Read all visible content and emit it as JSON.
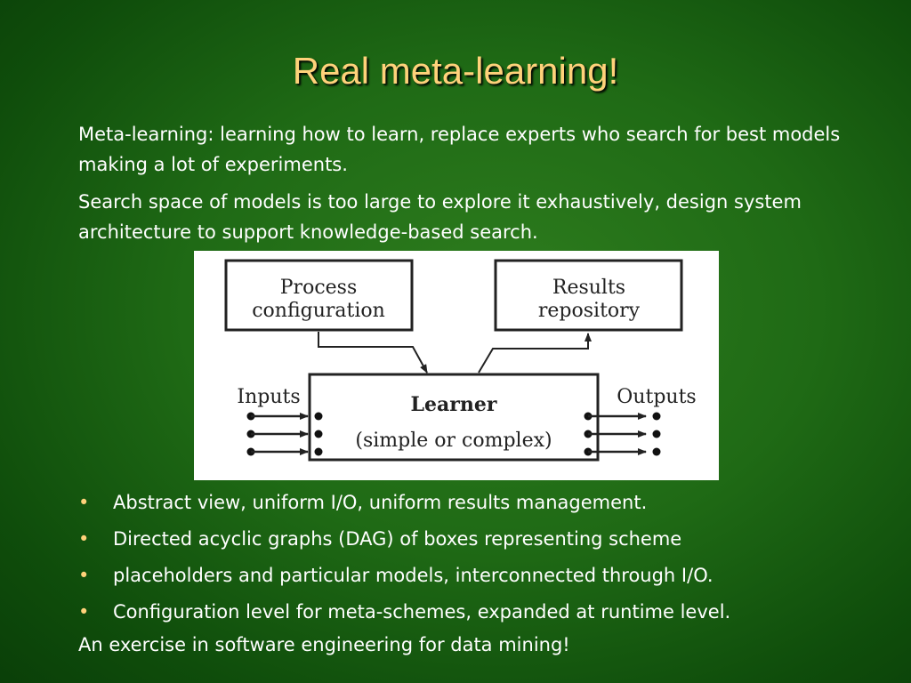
{
  "title": "Real meta-learning!",
  "paragraphs": [
    "Meta-learning: learning how to learn, replace experts who search for best models making a lot of experiments.",
    "Search space of models is too large to explore it exhaustively, design system architecture to support knowledge-based search."
  ],
  "diagram": {
    "process_box_line1": "Process",
    "process_box_line2": "configuration",
    "results_box_line1": "Results",
    "results_box_line2": "repository",
    "learner_title": "Learner",
    "learner_subtitle": "(simple or complex)",
    "inputs_label": "Inputs",
    "outputs_label": "Outputs"
  },
  "bullets": [
    "Abstract view, uniform I/O, uniform results management.",
    "Directed acyclic graphs (DAG) of boxes representing scheme",
    "placeholders and particular models, interconnected through I/O.",
    "Configuration level for meta-schemes, expanded at runtime level."
  ],
  "bullet_glyph": "•",
  "closing": "An exercise in software engineering for data mining!",
  "colors": {
    "title": "#ffd27a",
    "background": "#1f6a15",
    "text": "#ffffff"
  }
}
